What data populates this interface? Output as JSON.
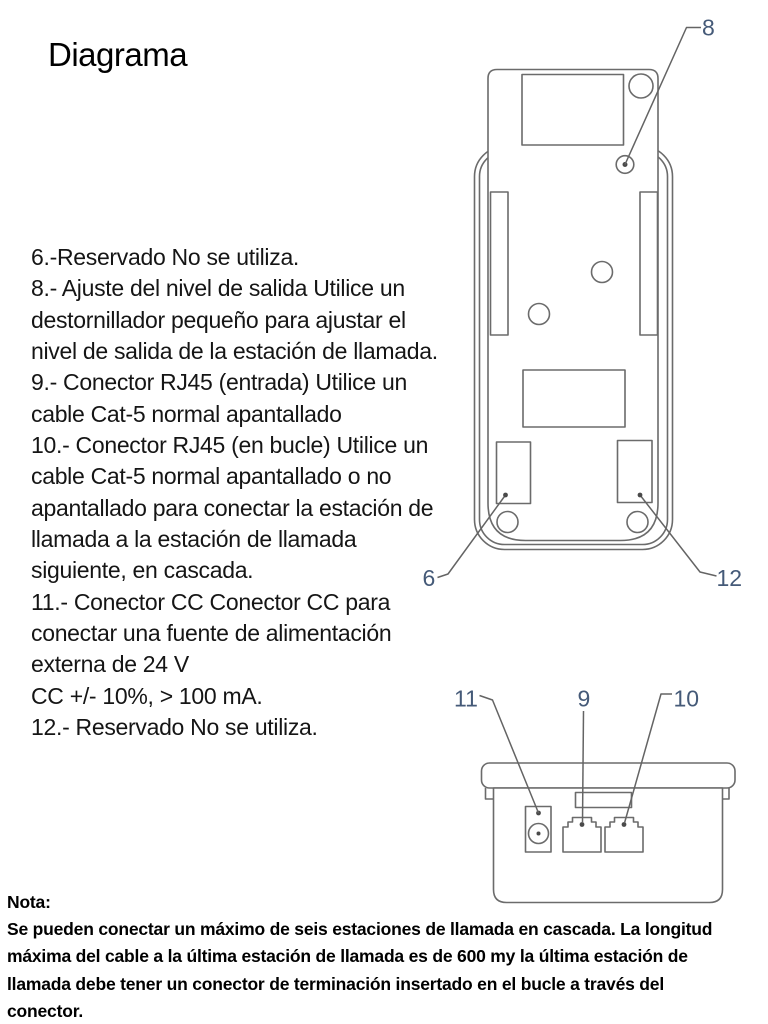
{
  "page": {
    "title": "Diagrama"
  },
  "legend": {
    "lines": [
      "6.-Reservado No se utiliza.",
      "8.- Ajuste del nivel de salida Utilice un",
      "destornillador pequeño para ajustar el",
      "nivel de salida de la estación de llamada.",
      "9.- Conector RJ45 (entrada) Utilice un",
      "cable Cat-5 normal apantallado",
      "10.- Conector RJ45 (en bucle) Utilice un",
      "cable Cat-5 normal apantallado o no",
      "apantallado para conectar la estación de",
      "llamada a la estación de llamada",
      "siguiente, en cascada.",
      "11.- Conector CC Conector CC para",
      "conectar una fuente de alimentación",
      "externa de 24 V",
      "CC +/- 10%, > 100 mA.",
      "12.- Reservado No se utiliza."
    ]
  },
  "diagram": {
    "callouts": {
      "c6": "6",
      "c8": "8",
      "c9": "9",
      "c10": "10",
      "c11": "11",
      "c12": "12"
    },
    "line_color": "#6b6b6b",
    "leader_color": "#646464",
    "callout_color": "#455a78",
    "dot_color": "#4a4a4a"
  },
  "note": {
    "heading": "Nota:",
    "lines": [
      "Se pueden conectar un máximo de seis estaciones de llamada en cascada. La longitud",
      "máxima del cable a la última estación de llamada es de 600 my la última estación de",
      "llamada debe tener un conector de terminación insertado en el bucle a través del",
      "conector."
    ]
  }
}
